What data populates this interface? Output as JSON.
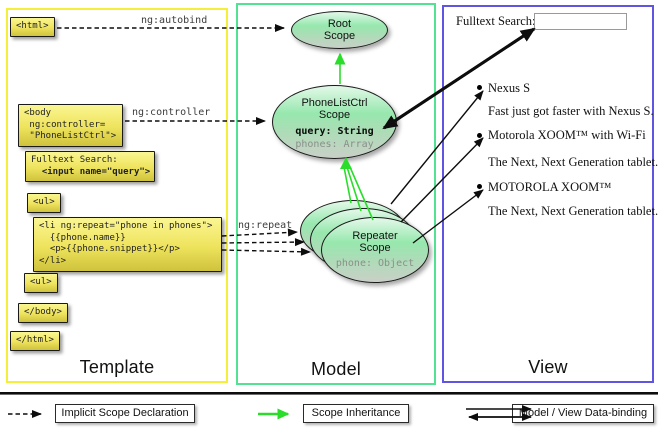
{
  "template": {
    "title": "Template",
    "html_open": "<html>",
    "body_open_lines": [
      "<body",
      " ng:controller=",
      " \"PhoneListCtrl\">"
    ],
    "fulltext_line1": "Fulltext Search:",
    "fulltext_line2": "  <input name=\"query\">",
    "ul_open": "<ul>",
    "li_lines": [
      "<li ng:repeat=\"phone in phones\">",
      "  {{phone.name}}",
      "  <p>{{phone.snippet}}</p>",
      "</li>"
    ],
    "ul_open_2": "<ul>",
    "body_close": "</body>",
    "html_close": "</html>"
  },
  "model": {
    "title": "Model",
    "root_scope": {
      "line1": "Root",
      "line2": "Scope"
    },
    "phonelist_scope": {
      "line1": "PhoneListCtrl",
      "line2": "Scope",
      "prop_query": "query: String",
      "prop_phones": "phones: Array"
    },
    "repeater_scope": {
      "line1": "Repeater",
      "line2": "Scope",
      "prop_phone": "phone: Object"
    }
  },
  "view": {
    "title": "View",
    "search_label": "Fulltext Search:",
    "search_value": "",
    "items": [
      {
        "name": "Nexus S",
        "snippet": "Fast just got faster with Nexus S."
      },
      {
        "name": "Motorola XOOM™ with Wi-Fi",
        "snippet": "The Next, Next Generation tablet."
      },
      {
        "name": "MOTOROLA XOOM™",
        "snippet": "The Next, Next Generation tablet."
      }
    ]
  },
  "edges": {
    "autobind_label": "ng:autobind",
    "controller_label": "ng:controller",
    "repeat_label": "ng:repeat"
  },
  "legend": {
    "implicit": "Implicit Scope Declaration",
    "inheritance": "Scope Inheritance",
    "binding": "Model / View Data-binding"
  },
  "colors": {
    "template_border": "#f5ef3c",
    "model_border": "#52e291",
    "view_border": "#6055e0",
    "inheritance_arrow": "#2bdd2b",
    "edge_black": "#0d0d0d"
  }
}
